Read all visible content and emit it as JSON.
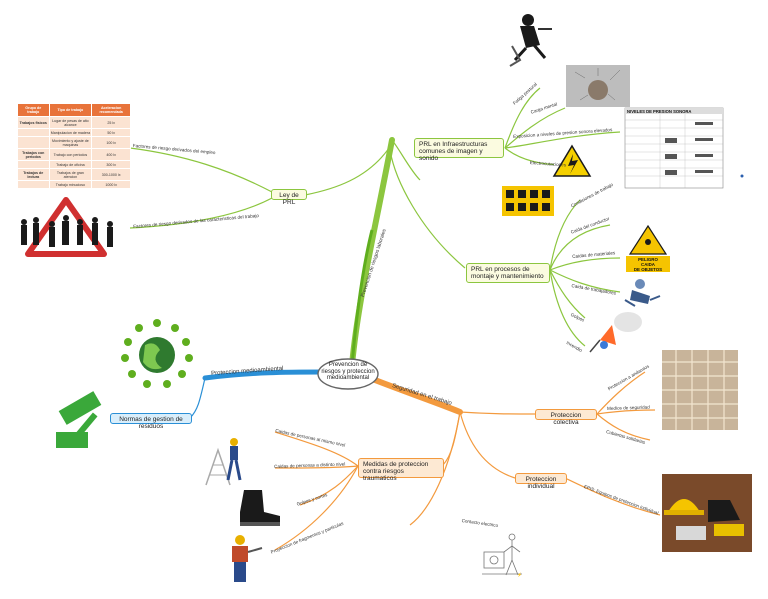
{
  "center": {
    "label": "Prevencion de riesgos y proteccion medioambiental"
  },
  "branches": {
    "prl_label": "Prevencion de riesgos laborales",
    "seguridad_label": "Seguridad en el trabajo",
    "ambiental_label": "Proteccion medioambiental"
  },
  "ley": {
    "node": "Ley de PRL",
    "factores_empleo": "Factores de riesgo derivados del empleo",
    "factores_caracteristicas": "Factores de riesgo derivados de las caracteristicas del trabajo"
  },
  "infra": {
    "node": "PRL en Infraestructuras comunes de imagen y sonido",
    "items": [
      "Fatiga postural",
      "Carga mental",
      "Exposicion a niveles de presion sonora elevados",
      "Electrocutaciones"
    ]
  },
  "montaje": {
    "node": "PRL en procesos de montaje y mantenimiento",
    "items": [
      "Condiciones de trabajo",
      "Caida del conductor",
      "Caidas de materiales",
      "Caida de trabajadores",
      "Golpes",
      "Incendio"
    ]
  },
  "seguridad": {
    "colectiva": "Proteccion colectiva",
    "colectiva_items": [
      "Proteccion a andamios",
      "Medios de seguridad",
      "Cubiertas solidarias"
    ],
    "individual": "Proteccion individual",
    "individual_items": [
      "EPIS: Equipos de proteccion individual"
    ],
    "medidas": "Medidas de proteccion contra riesgos traumaticos",
    "medidas_items": [
      "Caidas de personas al mismo nivel",
      "Caidas de personas a distinto nivel",
      "Golpes y cortes",
      "Proyeccion de fragmentos y particulas"
    ],
    "contacto": "Contacto electrico"
  },
  "ambiental": {
    "normas": "Normas de gestion de residuos"
  },
  "risk_table": {
    "headers": [
      "Grupo de trabajo",
      "Tipo de trabajo",
      "Aceleracion recomendada"
    ],
    "rows": [
      [
        "Trabajos fisicos",
        "Lugar de pesas de alto alcance",
        "25 lx"
      ],
      [
        "",
        "Manipulacion de madera",
        "50 lx"
      ],
      [
        "",
        "Movimiento y ajuste de maquinas",
        "100 lx"
      ],
      [
        "Trabajos con periodos",
        "Trabajo con periodos",
        "400 lx"
      ],
      [
        "",
        "Trabajo de oficina",
        "300 lx"
      ],
      [
        "Trabajos de lectura",
        "Trabajos de gran atencion",
        "300-1000 lx"
      ],
      [
        "",
        "Trabajo minucioso",
        "1000 lx"
      ]
    ]
  },
  "noise_table": {
    "title": "NIVELES DE PRESION SONORA"
  },
  "signs": {
    "peligro": "PELIGRO",
    "caida": "CAIDA",
    "objetos": "DE OBJETOS"
  },
  "colors": {
    "green": "#8cc63f",
    "green_dark": "#5fae1e",
    "orange": "#f39a3e",
    "blue": "#2a8fd6",
    "node_green_bg": "#fbfbe0",
    "node_orange_bg": "#fde9d3",
    "node_blue_bg": "#d9eefb"
  }
}
